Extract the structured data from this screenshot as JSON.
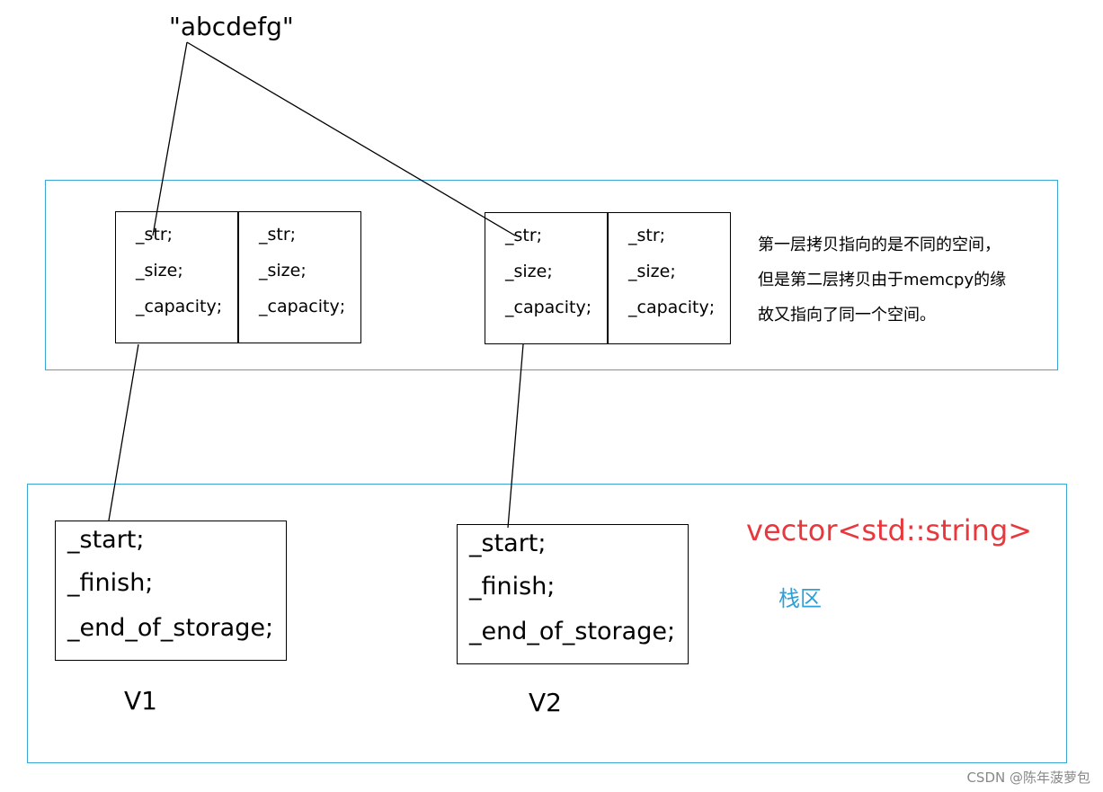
{
  "string_literal": "\"abcdefg\"",
  "string_object_fields": [
    "_str;",
    "_size;",
    "_capacity;"
  ],
  "vector_fields": [
    "_start;",
    "_finish;",
    "_end_of_storage;"
  ],
  "note_lines": [
    "第一层拷贝指向的是不同的空间，",
    "但是第二层拷贝由于memcpy的缘",
    "故又指向了同一个空间。"
  ],
  "type_label": "vector<std::string>",
  "region_label": "栈区",
  "vector_names": [
    "V1",
    "V2"
  ],
  "watermark": "CSDN @陈年菠萝包",
  "colors": {
    "region_border": "#3aa7d6",
    "type_label": "#e8383d",
    "region_label": "#2f9fd8",
    "watermark": "#888888"
  }
}
